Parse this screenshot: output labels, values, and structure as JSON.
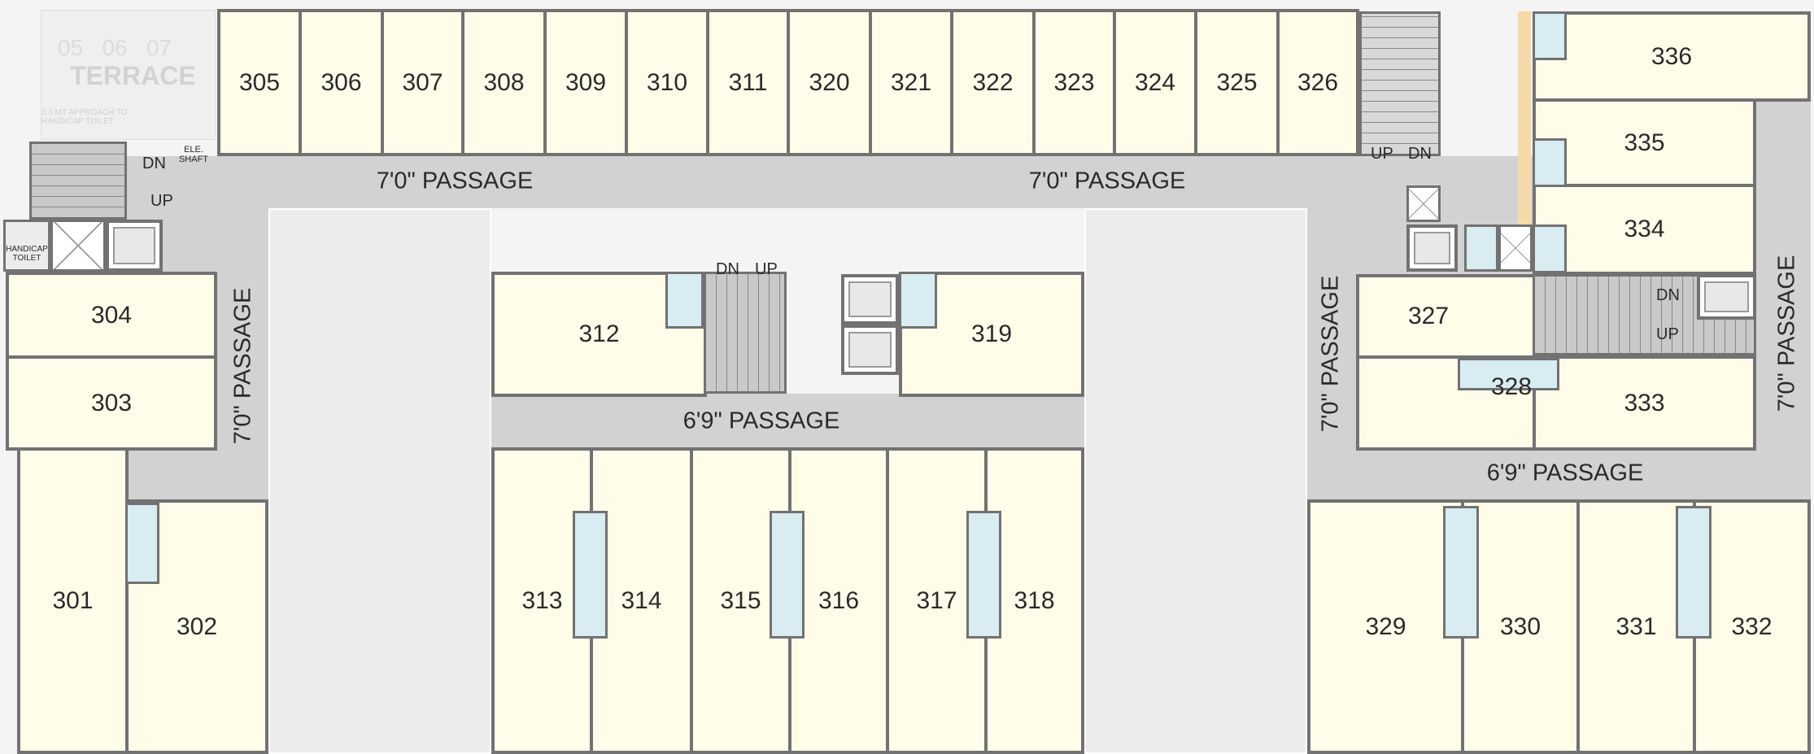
{
  "terrace": {
    "label": "TERRACE",
    "faint_numbers": "05   06   07",
    "note": "3.3 MT APPROACH TO HANDICAP TOILET"
  },
  "labels": {
    "ele_shaft": "ELE. SHAFT",
    "handicap_toilet": "HANDICAP TOILET",
    "dn": "DN",
    "up": "UP"
  },
  "passages": {
    "top_left": "7'0\" PASSAGE",
    "top_right": "7'0\" PASSAGE",
    "left_vertical": "7'0\" PASSAGE",
    "center": "6'9\" PASSAGE",
    "right_vertical_inner": "7'0\" PASSAGE",
    "right_vertical_outer": "7'0\" PASSAGE",
    "bottom_right": "6'9\" PASSAGE"
  },
  "units": {
    "u301": "301",
    "u302": "302",
    "u303": "303",
    "u304": "304",
    "u305": "305",
    "u306": "306",
    "u307": "307",
    "u308": "308",
    "u309": "309",
    "u310": "310",
    "u311": "311",
    "u312": "312",
    "u313": "313",
    "u314": "314",
    "u315": "315",
    "u316": "316",
    "u317": "317",
    "u318": "318",
    "u319": "319",
    "u320": "320",
    "u321": "321",
    "u322": "322",
    "u323": "323",
    "u324": "324",
    "u325": "325",
    "u326": "326",
    "u327": "327",
    "u328": "328",
    "u329": "329",
    "u330": "330",
    "u331": "331",
    "u332": "332",
    "u333": "333",
    "u334": "334",
    "u335": "335",
    "u336": "336"
  },
  "colors": {
    "unit": "#fffdea",
    "wall": "#727272",
    "passage": "#d2d2d2",
    "toilet": "#d8ecf2"
  }
}
